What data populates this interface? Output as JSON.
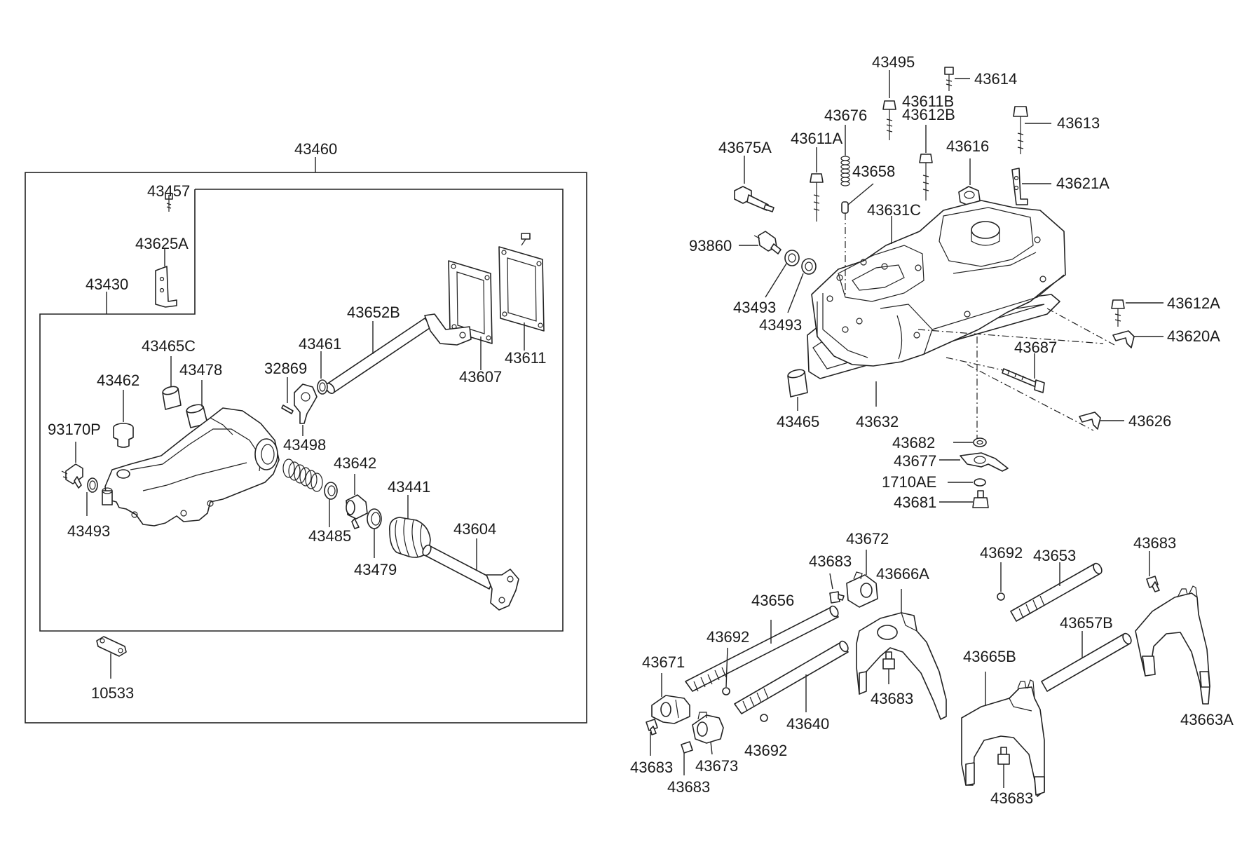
{
  "labels": {
    "l43460": "43460",
    "l43457": "43457",
    "l43625A": "43625A",
    "l43430": "43430",
    "l43652B": "43652B",
    "l43607": "43607",
    "l43611": "43611",
    "l43465C": "43465C",
    "l43478": "43478",
    "l43461": "43461",
    "l32869": "32869",
    "l43462": "43462",
    "l93170P": "93170P",
    "l43498": "43498",
    "l43642": "43642",
    "l43441": "43441",
    "l43493a": "43493",
    "l43485": "43485",
    "l43479": "43479",
    "l43604": "43604",
    "l10533": "10533",
    "l43495": "43495",
    "l43614": "43614",
    "l43611B": "43611B",
    "l43612B": "43612B",
    "l43613": "43613",
    "l43676": "43676",
    "l43675A": "43675A",
    "l43611A": "43611A",
    "l43616": "43616",
    "l43658": "43658",
    "l43621A": "43621A",
    "l43631C": "43631C",
    "l93860": "93860",
    "l43493b": "43493",
    "l43493c": "43493",
    "l43612A": "43612A",
    "l43620A": "43620A",
    "l43687": "43687",
    "l43465": "43465",
    "l43632": "43632",
    "l43626": "43626",
    "l43682": "43682",
    "l43677": "43677",
    "l1710AE": "1710AE",
    "l43681": "43681",
    "l43672": "43672",
    "l43683a": "43683",
    "l43666A": "43666A",
    "l43692a": "43692",
    "l43653": "43653",
    "l43683b": "43683",
    "l43656": "43656",
    "l43657B": "43657B",
    "l43692b": "43692",
    "l43671": "43671",
    "l43665B": "43665B",
    "l43683c": "43683",
    "l43640": "43640",
    "l43663A": "43663A",
    "l43692c": "43692",
    "l43683d": "43683",
    "l43673": "43673",
    "l43683e": "43683",
    "l43683f": "43683"
  }
}
